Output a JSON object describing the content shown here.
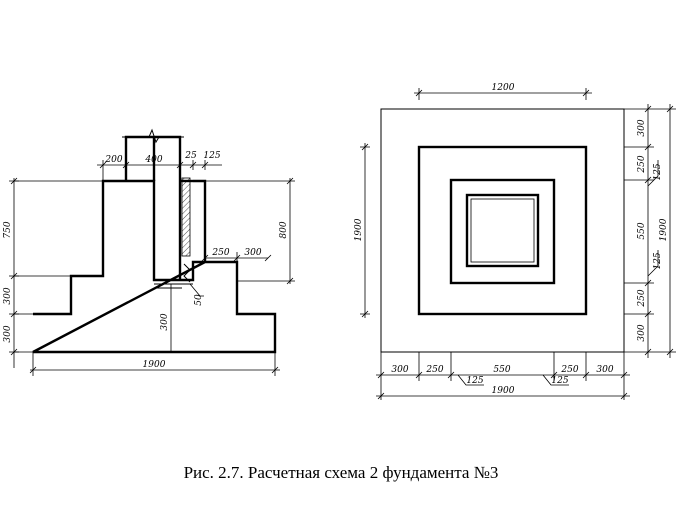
{
  "caption": "Рис. 2.7. Расчетная схема 2 фундамента №3",
  "section": {
    "d_200": "200",
    "d_400": "400",
    "d_25": "25",
    "d_125": "125",
    "d_750": "750",
    "d_800": "800",
    "d_250": "250",
    "d_300_step": "300",
    "d_300_mid": "300",
    "d_300_low": "300",
    "d_300_pad": "300",
    "d_50": "50",
    "d_1900": "1900"
  },
  "plan": {
    "top_1200": "1200",
    "left_1900": "1900",
    "right_1900": "1900",
    "r_300a": "300",
    "r_250a": "250",
    "r_125a": "125",
    "r_550": "550",
    "r_125b": "125",
    "r_250b": "250",
    "r_300b": "300",
    "b_300a": "300",
    "b_250a": "250",
    "b_550": "550",
    "b_250b": "250",
    "b_300b": "300",
    "b_125a": "125",
    "b_125b": "125",
    "b_1900": "1900"
  }
}
